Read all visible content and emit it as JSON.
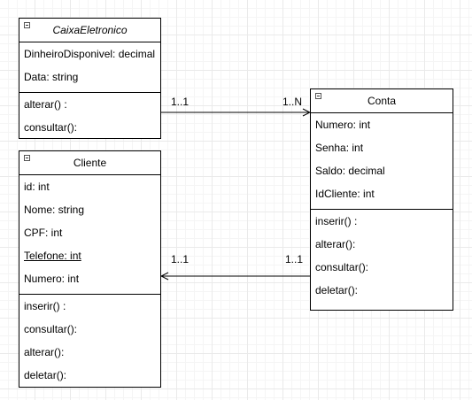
{
  "classes": {
    "caixa": {
      "title": "CaixaEletronico",
      "attributes": [
        "DinheiroDisponivel: decimal",
        "Data: string"
      ],
      "methods": [
        "alterar() :",
        "consultar():"
      ]
    },
    "conta": {
      "title": "Conta",
      "attributes": [
        "Numero: int",
        "Senha: int",
        "Saldo: decimal",
        "IdCliente: int"
      ],
      "methods": [
        "inserir() :",
        "alterar():",
        "consultar():",
        "deletar():"
      ]
    },
    "cliente": {
      "title": "Cliente",
      "attributes": [
        "id: int",
        "Nome: string",
        "CPF: int",
        "Telefone: int",
        "Numero: int"
      ],
      "methods": [
        "inserir() :",
        "consultar():",
        "alterar():",
        "deletar():"
      ]
    }
  },
  "associations": {
    "caixa_conta": {
      "source_multiplicity": "1..1",
      "target_multiplicity": "1..N"
    },
    "conta_cliente": {
      "source_multiplicity": "1..1",
      "target_multiplicity": "1..1"
    }
  }
}
